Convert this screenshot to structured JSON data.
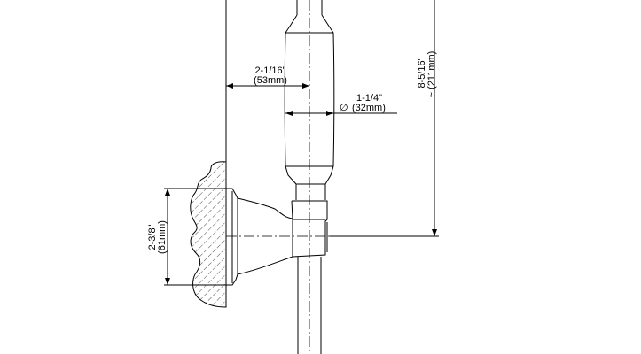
{
  "dimensions": {
    "offset": {
      "imperial": "2-1/16\"",
      "metric": "(53mm)"
    },
    "diameter": {
      "symbol": "∅",
      "imperial": "1-1/4\"",
      "metric": "(32mm)"
    },
    "height": {
      "imperial": "8-5/16\"",
      "metric": "~ (211mm)"
    },
    "base": {
      "imperial": "2-3/8\"",
      "metric": "(61mm)"
    }
  }
}
